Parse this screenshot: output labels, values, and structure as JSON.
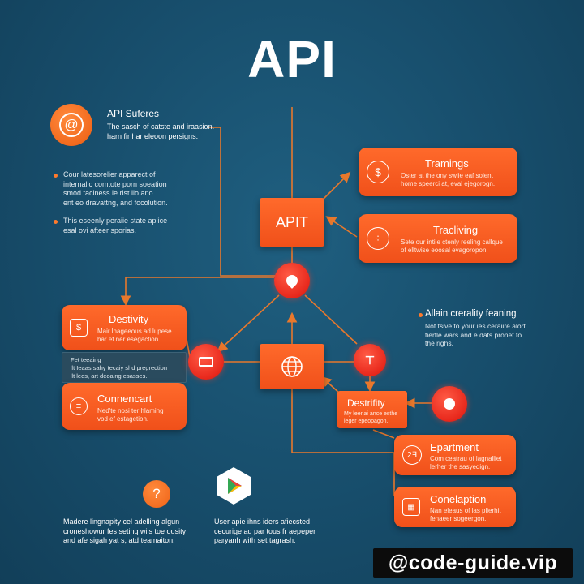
{
  "title": "API",
  "center_box_label": "APIT",
  "intro": {
    "heading": "API Suferes",
    "text": "The sasch of catste and iraasion.\nharn fir har eleoon persigns.",
    "icon": "at-sign-icon"
  },
  "bullets": [
    {
      "text": "Cour latesorelier apparect of\ninternalic comtote porn soeation\nsmod taciness ie rist lio ano\nent eo dravattng, and focolution."
    },
    {
      "text": "This eseenly peraiie state aplice\nesal ovi afteer sporias."
    }
  ],
  "cards": {
    "tramings": {
      "title": "Tramings",
      "body": "Oster at the ony swlie eaf solent\nhome speerci at, eval ejegorogn.",
      "icon": "dollar-icon"
    },
    "tracliving": {
      "title": "Tracliving",
      "body": "Sete our intile ctenly reeling callque\nof elltwise eoosal evagoropon.",
      "icon": "nodes-icon"
    },
    "destivity": {
      "title": "Destivity",
      "body": "Mair lnageeous ad lupese\nhar ef ner esegaction.",
      "icon": "dollar-icon"
    },
    "connencart": {
      "title": "Connencart",
      "body": "Ned'te nosi ter hlaming\nvod ef estagetion.",
      "icon": "document-icon"
    },
    "destrifity": {
      "title": "Destrifity",
      "body": "My leenai ance esthe\nleger epeopagon."
    },
    "epartment": {
      "title": "Epartment",
      "body": "Com ceatrau of lagnalliet\nlerher the sasyedign.",
      "icon": "number-icon",
      "icon_text": "2∃"
    },
    "conelaption": {
      "title": "Conelaption",
      "body": "Nan eleaus of las plierhit\nfenaeer sogeergon.",
      "icon": "calendar-icon"
    }
  },
  "gray_box": {
    "lines": [
      "Fet teeaing",
      "'lt Ieaas sahy tecaiy shd pregrection",
      "'lt lees, art deoaing esasses."
    ]
  },
  "right_note": {
    "heading": "Allain crerality feaning",
    "text": "Not tsive to your ies ceraiire alort\ntierfle wars and e dafs pronet to\nthe righs."
  },
  "bottom_left": {
    "icon": "question-icon",
    "icon_text": "?",
    "text": "Madere lingnapity cel adelling algun\ncroneshowur fes seting wils toe ousity\nand afe sigah yat s, atd teamaiton."
  },
  "bottom_center": {
    "icon": "play-store-icon",
    "text": "User apie ihns iders afiecsted\ncecurige ad par tous fr aepeper\nparyanh with set tagrash."
  },
  "watermark": "@code-guide.vip",
  "colors": {
    "background": "#174d6b",
    "accent": "#f25a1f",
    "node": "#e8281c",
    "wire": "#e8782c"
  }
}
